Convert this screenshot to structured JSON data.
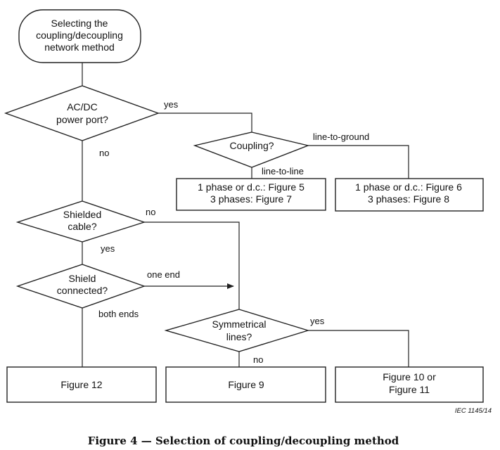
{
  "start": {
    "lines": [
      "Selecting the",
      "coupling/decoupling",
      "network method"
    ]
  },
  "decisions": {
    "acdc": {
      "lines": [
        "AC/DC",
        "power port?"
      ]
    },
    "coupling": {
      "lines": [
        "Coupling?"
      ]
    },
    "shielded": {
      "lines": [
        "Shielded",
        "cable?"
      ]
    },
    "shield_connected": {
      "lines": [
        "Shield",
        "connected?"
      ]
    },
    "symmetrical": {
      "lines": [
        "Symmetrical",
        "lines?"
      ]
    }
  },
  "outcomes": {
    "line_to_line": {
      "lines": [
        "1 phase or d.c.: Figure 5",
        "3 phases: Figure 7"
      ]
    },
    "line_to_ground": {
      "lines": [
        "1 phase or d.c.: Figure  6",
        "3 phases: Figure 8"
      ]
    },
    "fig12": {
      "lines": [
        "Figure 12"
      ]
    },
    "fig9": {
      "lines": [
        "Figure 9"
      ]
    },
    "fig10_11": {
      "lines": [
        "Figure 10 or",
        "Figure 11"
      ]
    }
  },
  "edge_labels": {
    "acdc_yes": "yes",
    "acdc_no": "no",
    "line_to_ground": "line-to-ground",
    "line_to_line": "line-to-line",
    "shielded_no": "no",
    "shielded_yes": "yes",
    "one_end": "one end",
    "both_ends": "both ends",
    "sym_yes": "yes",
    "sym_no": "no"
  },
  "reference": "IEC  1145/14",
  "caption": "Figure 4 — Selection of coupling/decoupling method"
}
